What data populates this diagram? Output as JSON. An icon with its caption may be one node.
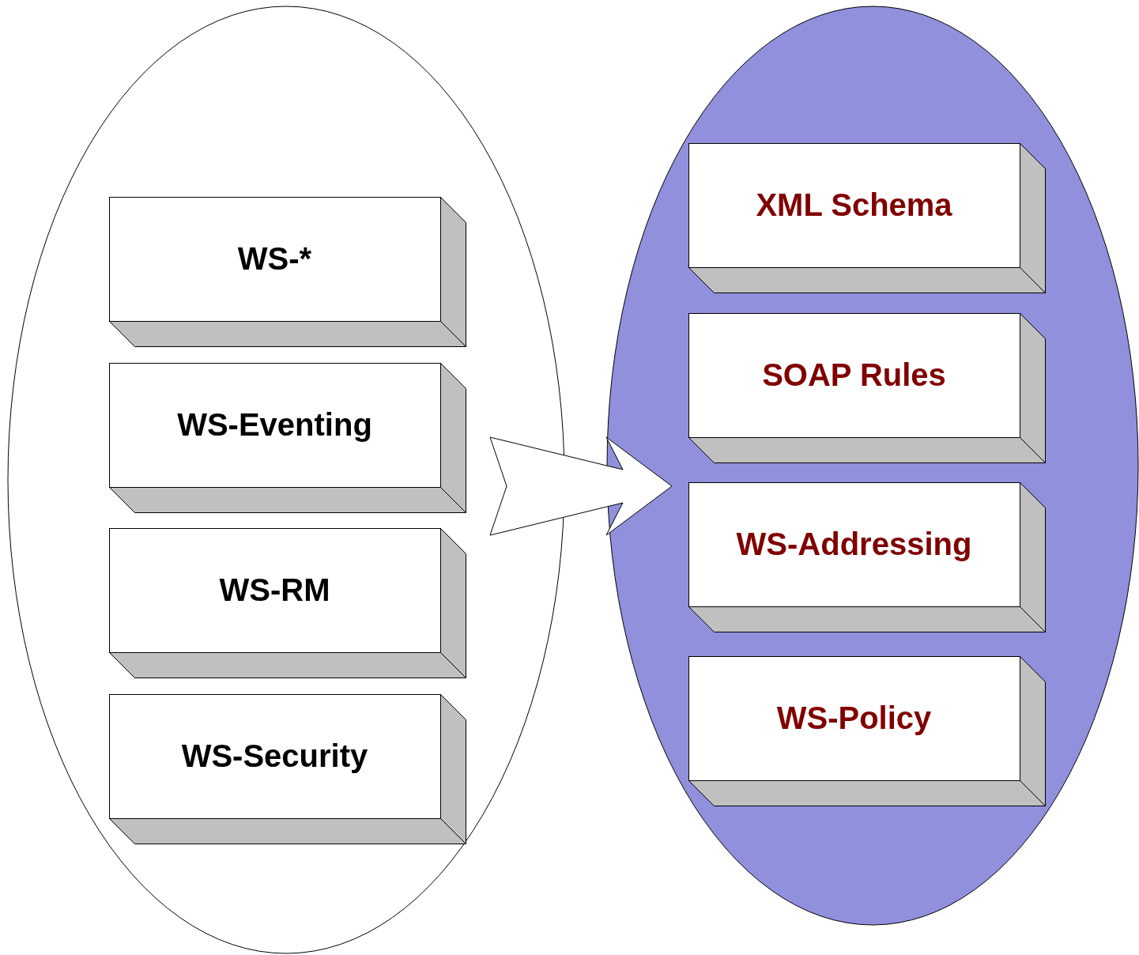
{
  "diagram": {
    "nodes": [
      {
        "text": [],
        "shape": "ellipse"
      },
      {
        "text": [
          "WS-*"
        ],
        "in": 0
      },
      {
        "text": [
          "WS-Eventing"
        ],
        "in": 0
      },
      {
        "text": [
          "WS-RM"
        ],
        "in": 0
      },
      {
        "text": [
          "WS-Security"
        ],
        "in": 0
      },
      {
        "text": [],
        "shape": "ellipse"
      },
      {
        "text": [
          "XML Schema"
        ],
        "in": 5
      },
      {
        "text": [
          "SOAP Rules"
        ],
        "in": 5
      },
      {
        "text": [
          "WS-Addressing"
        ],
        "in": 5
      },
      {
        "text": [
          "WS-Policy"
        ],
        "in": 5
      }
    ],
    "edges": [
      {
        "from": 0,
        "to": 5,
        "arrow": "to"
      }
    ]
  }
}
